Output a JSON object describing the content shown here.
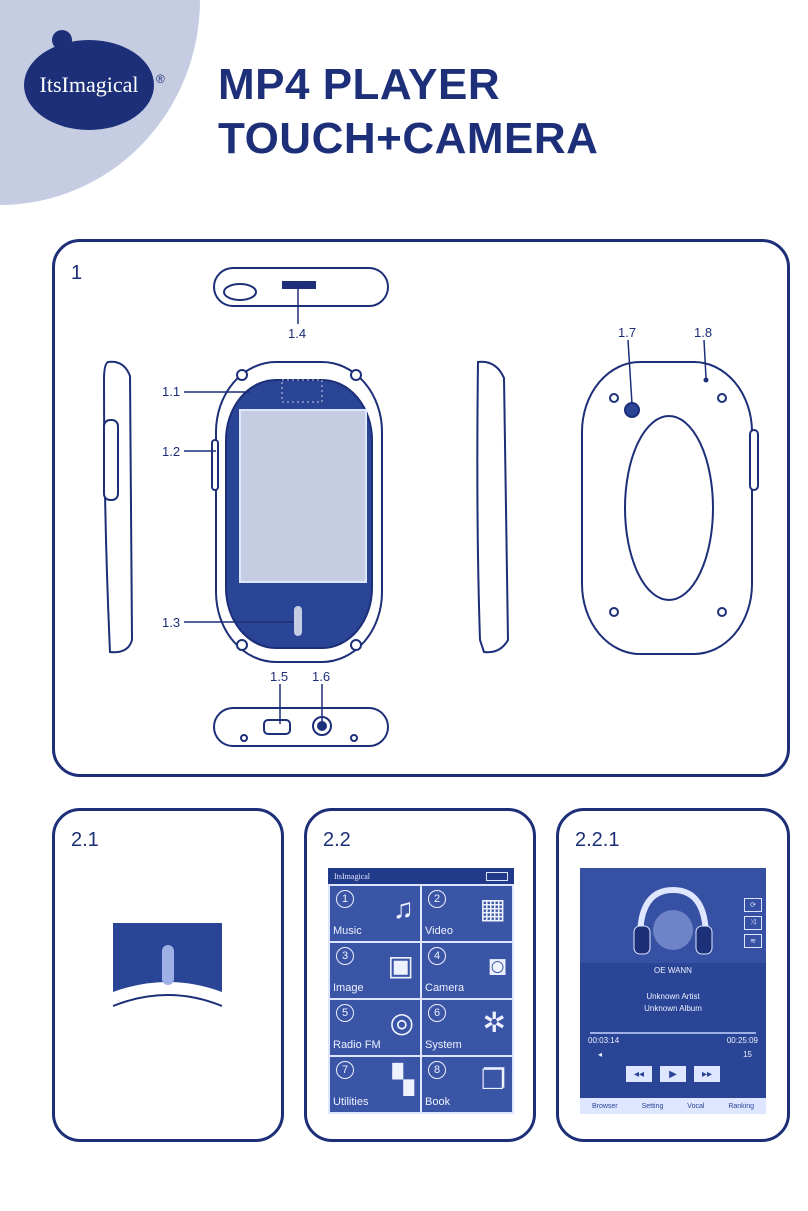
{
  "brand": {
    "logo_text": "ItsImagical",
    "registered_mark": "®"
  },
  "title": {
    "line1": "MP4 PLAYER",
    "line2": "TOUCH+CAMERA"
  },
  "panel1": {
    "label": "1",
    "callouts": {
      "c11": "1.1",
      "c12": "1.2",
      "c13": "1.3",
      "c14": "1.4",
      "c15": "1.5",
      "c16": "1.6",
      "c17": "1.7",
      "c18": "1.8"
    }
  },
  "panel21": {
    "label": "2.1"
  },
  "panel22": {
    "label": "2.2",
    "header_logo": "ItsImagical",
    "tiles": [
      {
        "num": "1",
        "label": "Music",
        "icon": "music-note-icon",
        "glyph": "♫"
      },
      {
        "num": "2",
        "label": "Video",
        "icon": "film-icon",
        "glyph": "▦"
      },
      {
        "num": "3",
        "label": "Image",
        "icon": "image-icon",
        "glyph": "▣"
      },
      {
        "num": "4",
        "label": "Camera",
        "icon": "camera-icon",
        "glyph": "◙"
      },
      {
        "num": "5",
        "label": "Radio FM",
        "icon": "radio-icon",
        "glyph": "◎"
      },
      {
        "num": "6",
        "label": "System",
        "icon": "gears-icon",
        "glyph": "✲"
      },
      {
        "num": "7",
        "label": "Utilities",
        "icon": "blocks-icon",
        "glyph": "▚"
      },
      {
        "num": "8",
        "label": "Book",
        "icon": "book-icon",
        "glyph": "❐"
      }
    ]
  },
  "panel221": {
    "label": "2.2.1",
    "time_elapsed": "00:03:14",
    "time_total": "00:25:09",
    "volume": "15",
    "track_title": "OE WANN",
    "artist": "Unknown Artist",
    "album": "Unknown Album",
    "controls": {
      "rewind": "◂◂",
      "play": "▶",
      "forward": "▸▸"
    },
    "footer": [
      "Browser",
      "Setting",
      "Vocal",
      "Ranking"
    ]
  },
  "colors": {
    "brand_blue": "#1c2f78",
    "corner": "#c6cde3",
    "screen_blue": "#2a4496"
  }
}
